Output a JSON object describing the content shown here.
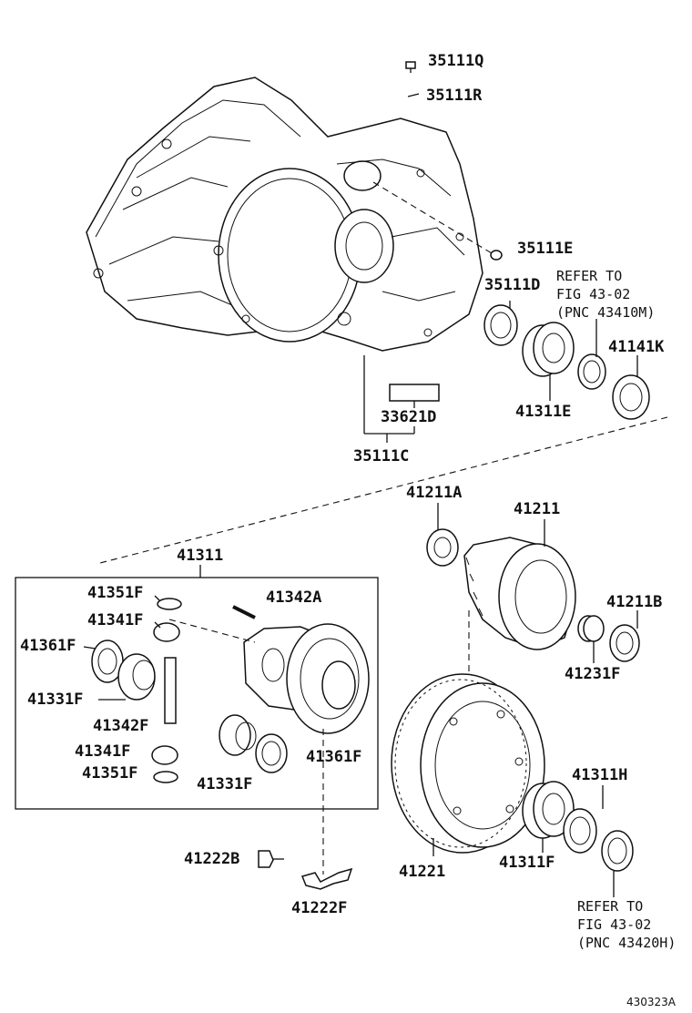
{
  "labels": {
    "p35111Q": "35111Q",
    "p35111R": "35111R",
    "p35111E": "35111E",
    "p35111D": "35111D",
    "p41141K": "41141K",
    "p41311E": "41311E",
    "p33621D": "33621D",
    "p35111C": "35111C",
    "p41211A": "41211A",
    "p41211": "41211",
    "p41211B": "41211B",
    "p41231F": "41231F",
    "p41311": "41311",
    "p41351F_top": "41351F",
    "p41342A": "41342A",
    "p41341F_top": "41341F",
    "p41361F_left": "41361F",
    "p41331F_left": "41331F",
    "p41342F": "41342F",
    "p41341F_bot": "41341F",
    "p41351F_bot": "41351F",
    "p41331F_right": "41331F",
    "p41361F_right": "41361F",
    "p41311H": "41311H",
    "p41311F": "41311F",
    "p41221": "41221",
    "p41222B": "41222B",
    "p41222F": "41222F"
  },
  "notes": {
    "ref_top_line1": "REFER TO",
    "ref_top_line2": "FIG 43-02",
    "ref_top_line3": "(PNC 43410M)",
    "ref_bot_line1": "REFER TO",
    "ref_bot_line2": "FIG 43-02",
    "ref_bot_line3": "(PNC 43420H)"
  },
  "figure_code": "430323A"
}
